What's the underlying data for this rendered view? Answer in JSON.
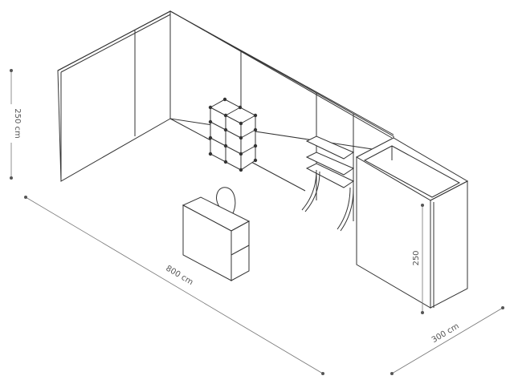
{
  "dimensions": {
    "height_left": "250 cm",
    "length": "800 cm",
    "depth": "300 cm",
    "height_cabin": "250"
  }
}
